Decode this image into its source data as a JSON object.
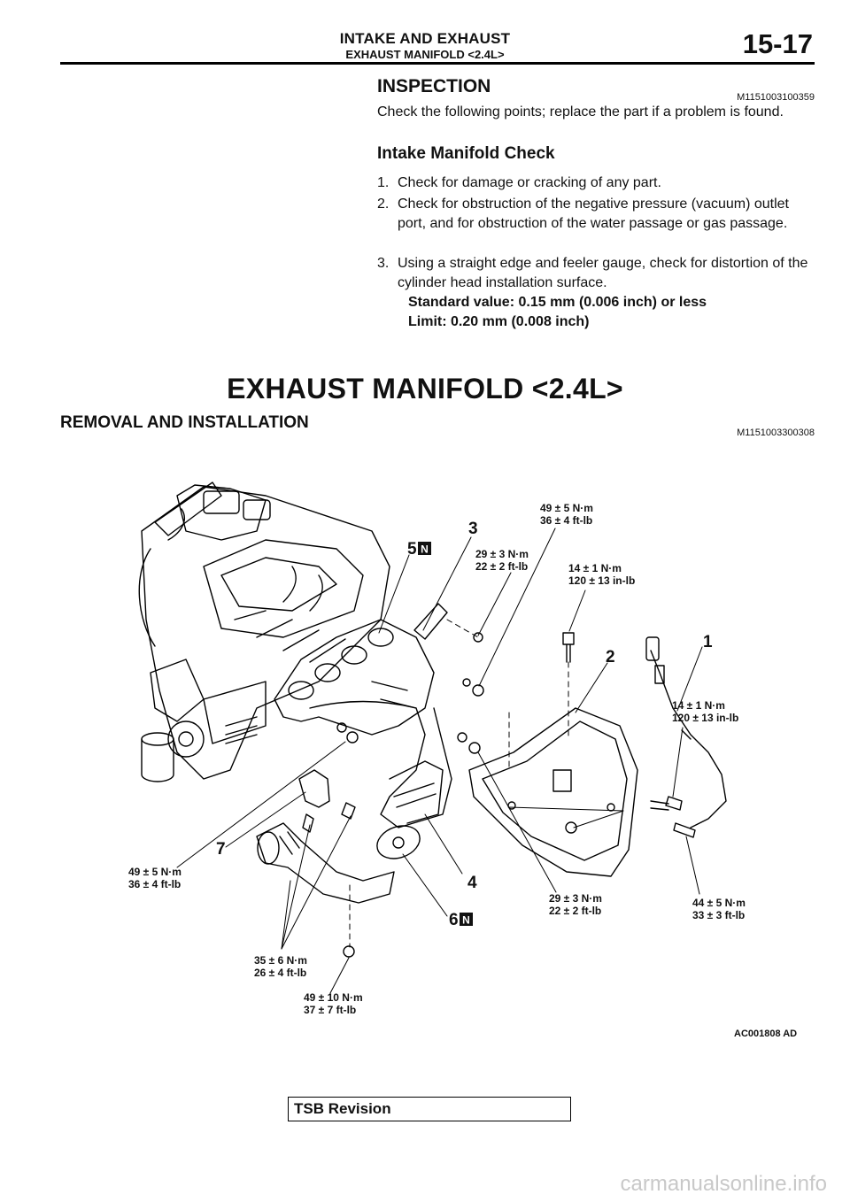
{
  "header": {
    "section": "INTAKE AND EXHAUST",
    "subsection": "EXHAUST MANIFOLD <2.4L>",
    "page": "15-17"
  },
  "inspection": {
    "heading": "INSPECTION",
    "code": "M1151003100359",
    "intro": "Check the following points; replace the part if a problem is found.",
    "subheading": "Intake Manifold Check",
    "steps": [
      {
        "num": "1.",
        "text": "Check for damage or cracking of any part."
      },
      {
        "num": "2.",
        "text": "Check for obstruction of the negative pressure (vacuum) outlet port, and for obstruction of the water passage or gas passage."
      },
      {
        "num": "3.",
        "text": "Using a straight edge and feeler gauge, check for distortion of the cylinder head installation surface."
      }
    ],
    "standard_value": "Standard value: 0.15 mm (0.006 inch) or less",
    "limit": "Limit: 0.20 mm (0.008 inch)"
  },
  "main_title": "EXHAUST MANIFOLD <2.4L>",
  "removal": {
    "heading": "REMOVAL AND INSTALLATION",
    "code": "M1151003300308"
  },
  "figure": {
    "id": "AC001808 AD",
    "part_numbers": [
      "1",
      "2",
      "3",
      "4",
      "5",
      "6",
      "7"
    ],
    "new_part_mark": "N",
    "torques": {
      "t_top_a": "49 ± 5 N·m",
      "t_top_b": "36 ± 4 ft-lb",
      "t_mid_a": "29 ± 3 N·m",
      "t_mid_b": "22 ± 2 ft-lb",
      "t_hs_a": "14 ± 1 N·m",
      "t_hs_b": "120 ± 13 in-lb",
      "t_o2_a": "14 ± 1 N·m",
      "t_o2_b": "120 ± 13 in-lb",
      "t_left_a": "49 ± 5 N·m",
      "t_left_b": "36 ± 4 ft-lb",
      "t_low_a": "29 ± 3 N·m",
      "t_low_b": "22 ± 2 ft-lb",
      "t_right_a": "44 ± 5 N·m",
      "t_right_b": "33 ± 3 ft-lb",
      "t_bolt_a": "35 ± 6 N·m",
      "t_bolt_b": "26 ± 4 ft-lb",
      "t_bot_a": "49 ± 10 N·m",
      "t_bot_b": "37 ± 7 ft-lb"
    }
  },
  "footer": {
    "tsb": "TSB Revision",
    "watermark": "carmanualsonline.info"
  }
}
